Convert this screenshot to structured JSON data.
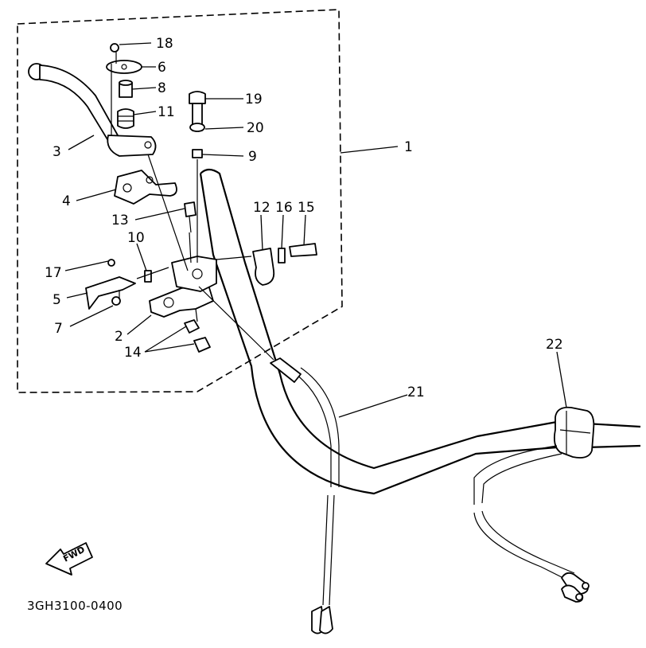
{
  "diagram": {
    "code": "3GH3100-0400",
    "fwd_label": "FWD",
    "callouts": {
      "c1": "1",
      "c2": "2",
      "c3": "3",
      "c4": "4",
      "c5": "5",
      "c6": "6",
      "c7": "7",
      "c8": "8",
      "c9": "9",
      "c10": "10",
      "c11": "11",
      "c12": "12",
      "c13": "13",
      "c14": "14",
      "c15": "15",
      "c16": "16",
      "c17": "17",
      "c18": "18",
      "c19": "19",
      "c20": "20",
      "c21": "21",
      "c22": "22"
    }
  }
}
